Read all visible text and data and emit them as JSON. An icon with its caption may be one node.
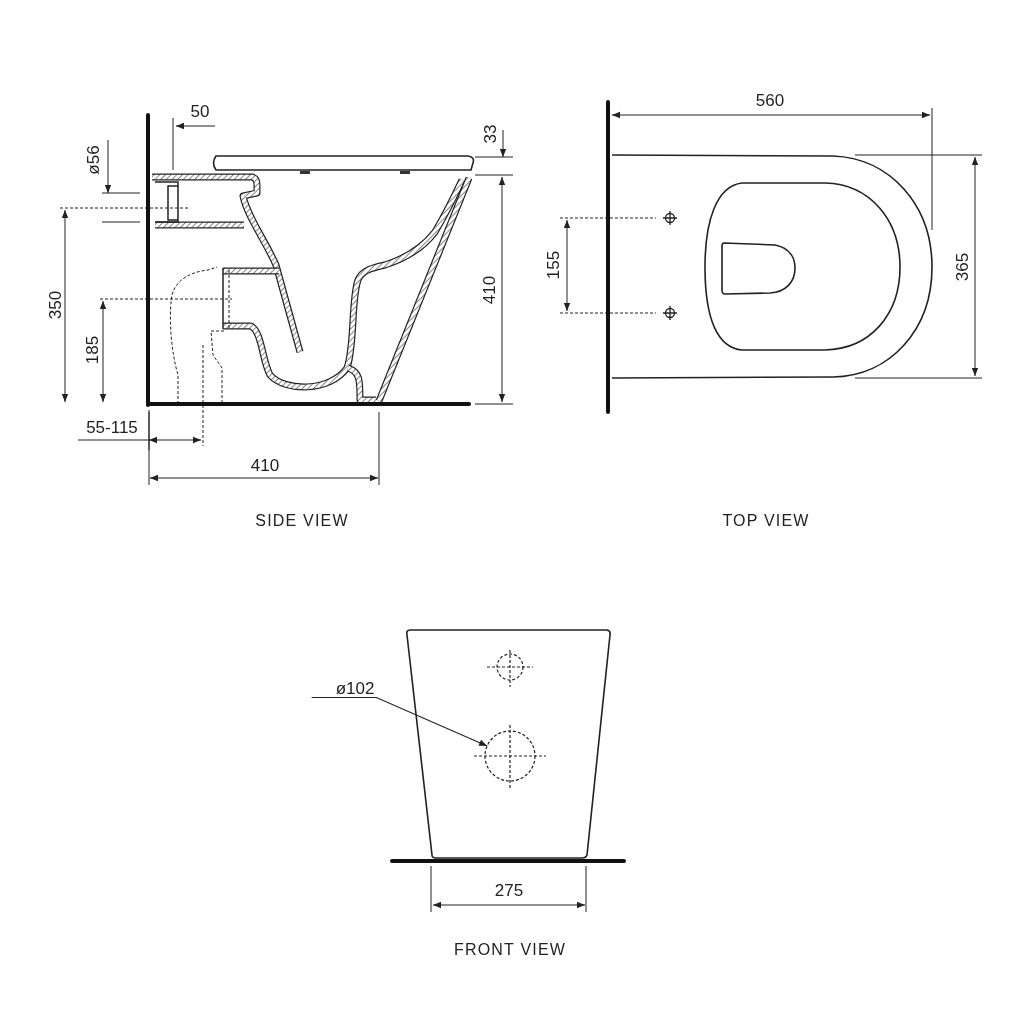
{
  "diagram": {
    "nodes": [
      {
        "text": [
          "ø102"
        ]
      },
      {
        "text": [],
        "shape": "circle"
      }
    ],
    "edges": [
      {
        "from": 0,
        "to": 1,
        "arrow": "to"
      }
    ],
    "labels": [
      "50",
      "33",
      "ø56",
      "350",
      "185",
      "410",
      "55-115",
      "410",
      "SIDE VIEW",
      "560",
      "155",
      "365",
      "TOP VIEW",
      "275",
      "FRONT VIEW"
    ]
  }
}
